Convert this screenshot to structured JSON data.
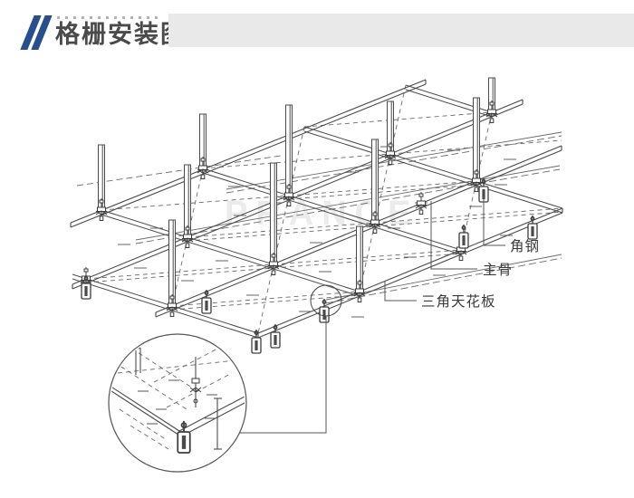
{
  "header": {
    "title": "格栅安装图"
  },
  "diagram": {
    "watermark": "PRANCE",
    "labels": {
      "angle_steel": "角钢",
      "main_keel": "主骨",
      "triangle_ceiling_panel": "三角天花板"
    }
  },
  "colors": {
    "accent_blue": "#274e8e",
    "header_bar_gray": "#e9e9e9",
    "line_ink": "#4a4a4a"
  }
}
